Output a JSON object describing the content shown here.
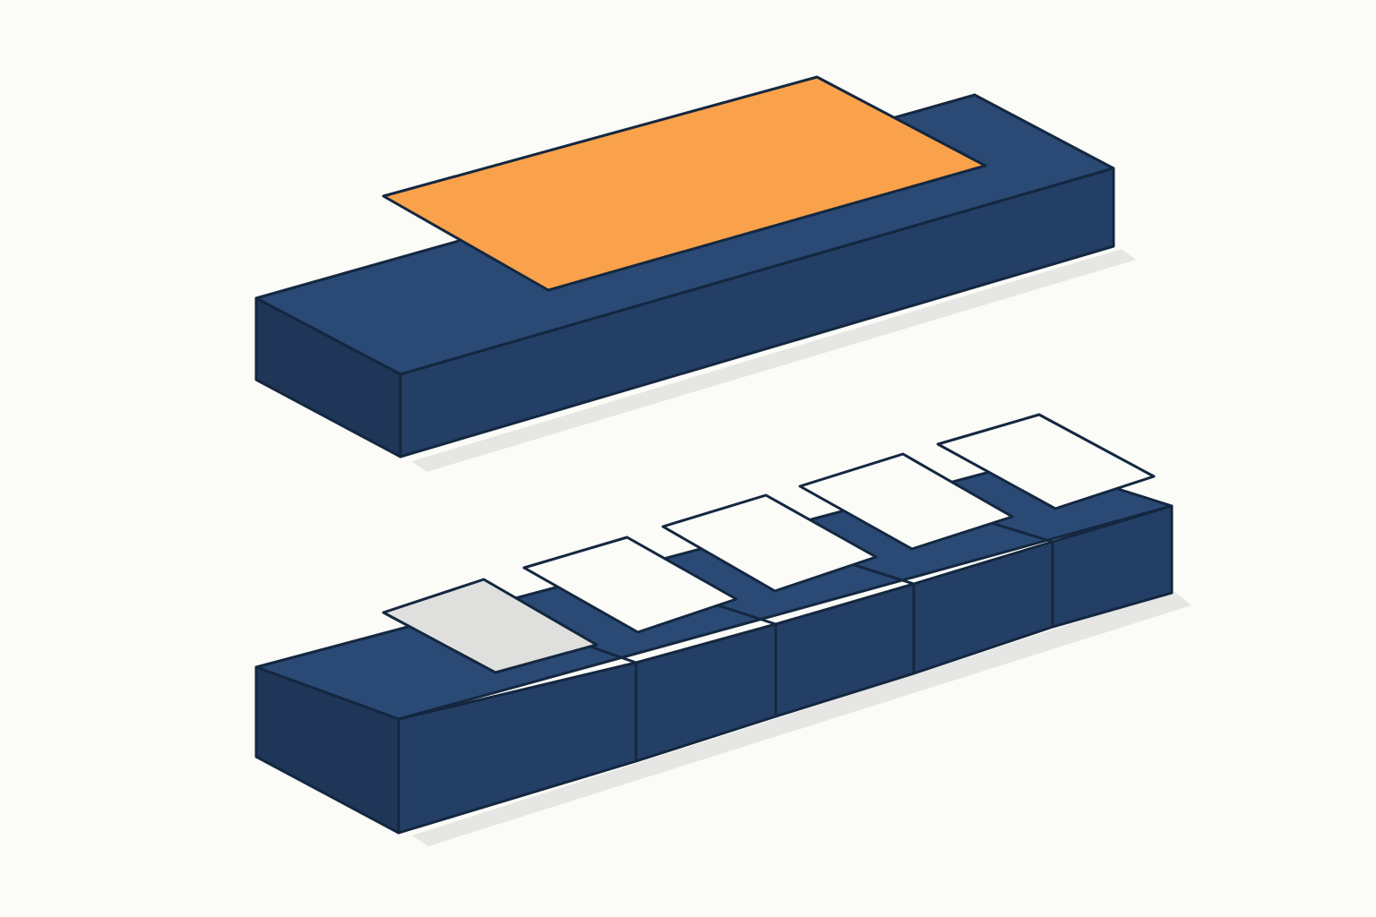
{
  "colors": {
    "background": "#fbfbf7",
    "outline": "#142740",
    "block_top": "#2a4a75",
    "block_front": "#243f66",
    "block_side": "#1f3658",
    "shadow": "#e6e6e4",
    "orange_plate": "#f9a24b",
    "white_plate": "#fbfbf8",
    "grey_plate": "#dfe0dd"
  },
  "top_assembly": {
    "block_count": 1,
    "plate_count": 1,
    "plate_color_name": "orange"
  },
  "bottom_assembly": {
    "block_count": 5,
    "plate_count": 5,
    "plate_color_names": [
      "light-grey",
      "white",
      "white",
      "white",
      "white"
    ]
  }
}
